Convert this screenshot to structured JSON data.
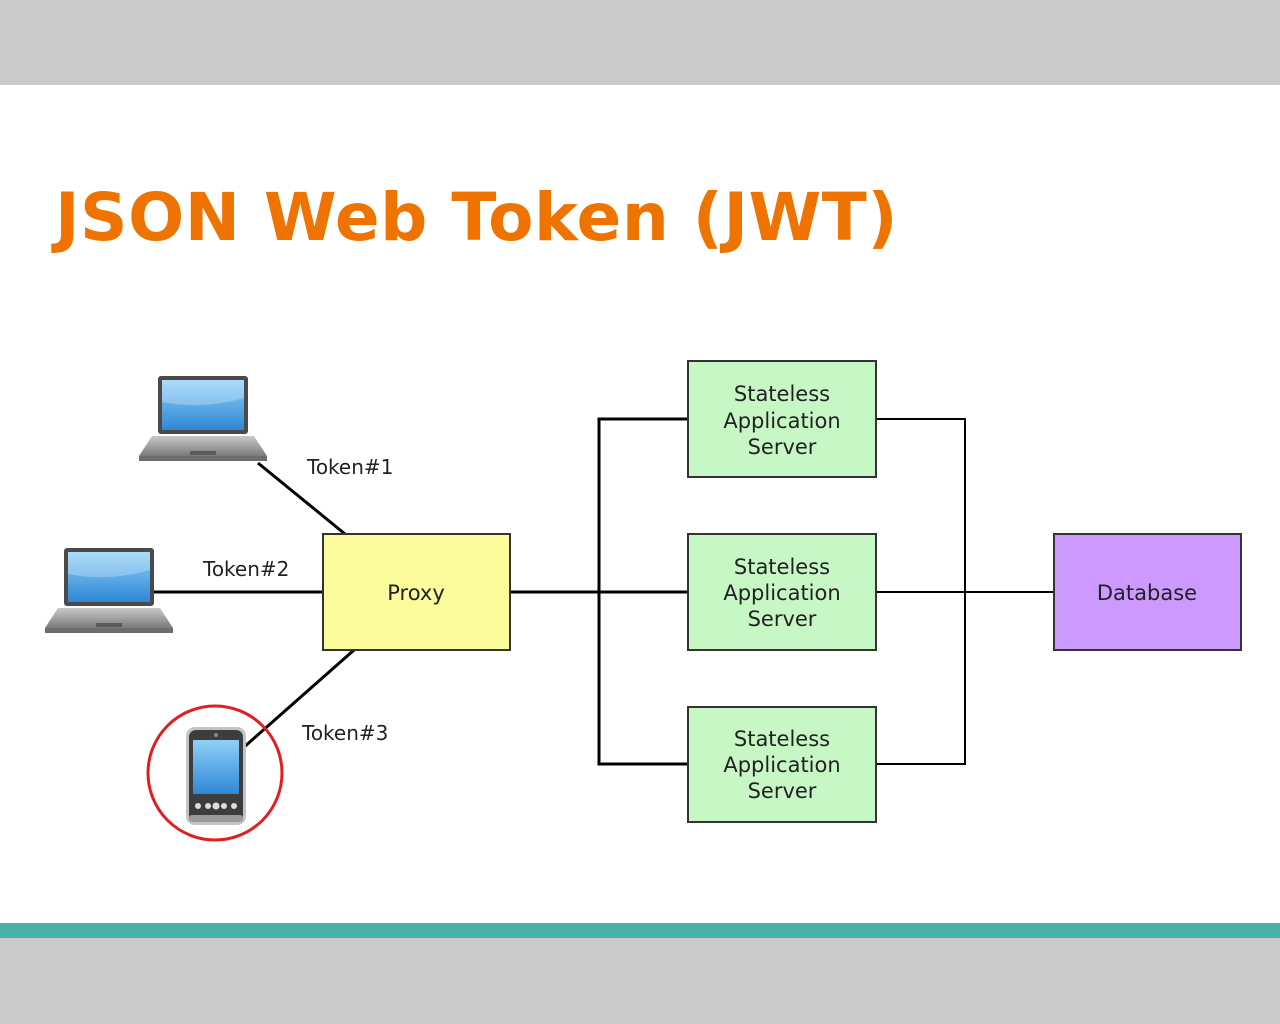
{
  "slide": {
    "title": "JSON Web Token (JWT)",
    "accent_bar_color": "#4bb0a8",
    "title_color": "#ee7300"
  },
  "diagram": {
    "clients": [
      {
        "icon": "laptop-icon",
        "link_label": "Token#1"
      },
      {
        "icon": "laptop-icon",
        "link_label": "Token#2"
      },
      {
        "icon": "smartphone-icon",
        "link_label": "Token#3",
        "highlighted": true
      }
    ],
    "proxy": {
      "label": "Proxy",
      "color": "#fdfc9c"
    },
    "servers": [
      {
        "lines": [
          "Stateless",
          "Application",
          "Server"
        ],
        "color": "#c7f7c5"
      },
      {
        "lines": [
          "Stateless",
          "Application",
          "Server"
        ],
        "color": "#c7f7c5"
      },
      {
        "lines": [
          "Stateless",
          "Application",
          "Server"
        ],
        "color": "#c7f7c5"
      }
    ],
    "database": {
      "label": "Database",
      "color": "#cc99ff"
    },
    "highlight_color": "#e02020"
  }
}
